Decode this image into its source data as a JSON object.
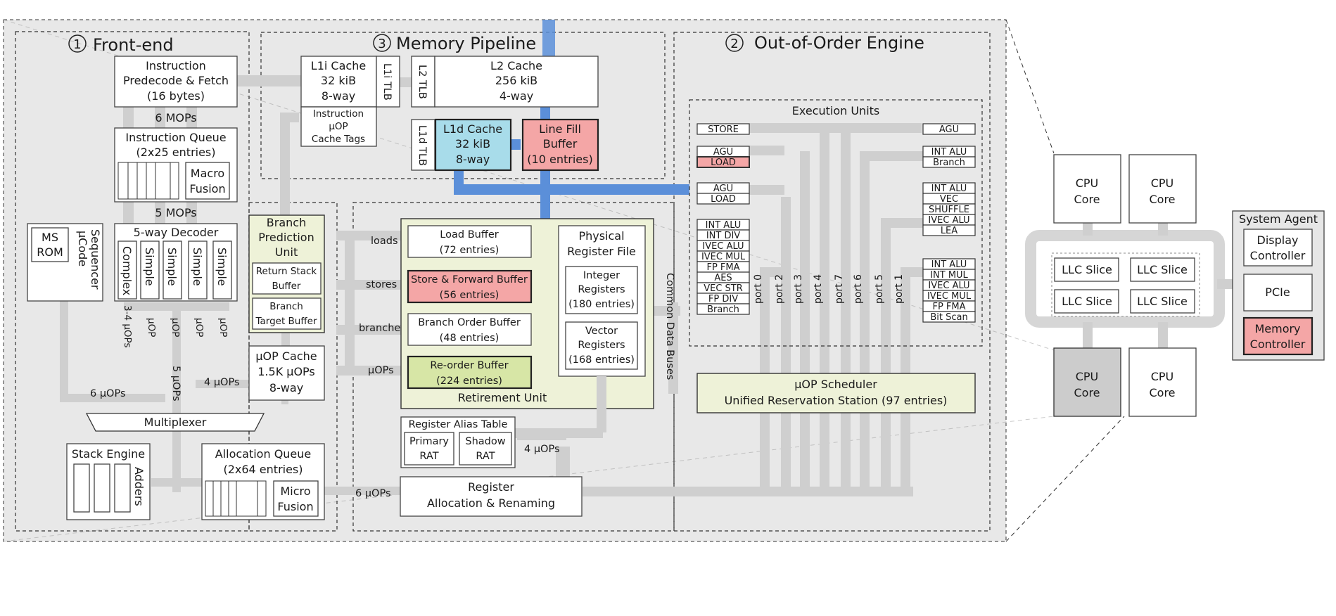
{
  "sections": {
    "frontend": {
      "num": "1",
      "title": "Front-end"
    },
    "memory": {
      "num": "3",
      "title": "Memory Pipeline"
    },
    "ooo": {
      "num": "2",
      "title": "Out-of-Order Engine"
    }
  },
  "frontend": {
    "fetch": [
      "Instruction",
      "Predecode & Fetch",
      "(16 bytes)"
    ],
    "mops6": "6 MOPs",
    "iq": [
      "Instruction Queue",
      "(2x25 entries)"
    ],
    "macro": [
      "Macro",
      "Fusion"
    ],
    "mops5": "5 MOPs",
    "decoder": "5-way Decoder",
    "decoders": [
      "Complex",
      "Simple",
      "Simple",
      "Simple",
      "Simple"
    ],
    "uop_labels": [
      "3-4 µOPs",
      "µOP",
      "µOP",
      "µOP",
      "µOP"
    ],
    "msrom": [
      "MS",
      "ROM"
    ],
    "ucode": [
      "µCode",
      "Sequencer"
    ],
    "bpu": [
      "Branch",
      "Prediction",
      "Unit"
    ],
    "rsb": [
      "Return Stack",
      "Buffer"
    ],
    "btb": [
      "Branch",
      "Target Buffer"
    ],
    "uopcache": [
      "µOP Cache",
      "1.5K µOPs",
      "8-way"
    ],
    "uops4": "4 µOPs",
    "uops5": "5 µOPs",
    "uops6": "6 µOPs",
    "mux": "Multiplexer",
    "stack": "Stack Engine",
    "adders": "Adders",
    "allocq": [
      "Allocation Queue",
      "(2x64 entries)"
    ],
    "micro": [
      "Micro",
      "Fusion"
    ],
    "uops6b": "6 µOPs"
  },
  "memory": {
    "l1i": [
      "L1i Cache",
      "32 kiB",
      "8-way"
    ],
    "l1itlb": "L1i TLB",
    "uoptags": [
      "Instruction",
      "µOP",
      "Cache Tags"
    ],
    "l2tlb": "L2 TLB",
    "l2": [
      "L2 Cache",
      "256 kiB",
      "4-way"
    ],
    "l1dtlb": "L1d TLB",
    "l1d": [
      "L1d Cache",
      "32 kiB",
      "8-way"
    ],
    "lfb": [
      "Line Fill",
      "Buffer",
      "(10 entries)"
    ]
  },
  "ooo": {
    "exec_title": "Execution Units",
    "left_units": [
      [
        "STORE"
      ],
      [
        "AGU",
        "LOAD"
      ],
      [
        "AGU",
        "LOAD"
      ],
      [
        "INT ALU",
        "INT DIV",
        "IVEC ALU",
        "IVEC MUL",
        "FP FMA",
        "AES",
        "VEC STR",
        "FP DIV",
        "Branch"
      ]
    ],
    "right_units": [
      [
        "AGU"
      ],
      [
        "INT ALU",
        "Branch"
      ],
      [
        "INT ALU",
        "VEC",
        "SHUFFLE",
        "IVEC ALU",
        "LEA"
      ],
      [
        "INT ALU",
        "INT MUL",
        "IVEC ALU",
        "IVEC MUL",
        "FP FMA",
        "Bit Scan"
      ]
    ],
    "ports": [
      "port 0",
      "port 2",
      "port 3",
      "port 4",
      "port 7",
      "port 6",
      "port 5",
      "port 1"
    ],
    "cdb": "Common Data Buses",
    "scheduler": [
      "µOP Scheduler",
      "Unified Reservation Station (97 entries)"
    ],
    "loads": "loads",
    "stores": "stores",
    "branches": "branches",
    "uops": "µOPs",
    "load_buf": [
      "Load Buffer",
      "(72 entries)"
    ],
    "store_buf": [
      "Store & Forward Buffer",
      "(56 entries)"
    ],
    "bob": [
      "Branch Order Buffer",
      "(48 entries)"
    ],
    "rob": [
      "Re-order Buffer",
      "(224 entries)"
    ],
    "retire": "Retirement Unit",
    "prf": [
      "Physical",
      "Register File"
    ],
    "intregs": [
      "Integer",
      "Registers",
      "(180 entries)"
    ],
    "vecregs": [
      "Vector",
      "Registers",
      "(168 entries)"
    ],
    "rat": "Register Alias Table",
    "prat": [
      "Primary",
      "RAT"
    ],
    "srat": [
      "Shadow",
      "RAT"
    ],
    "uops4": "4 µOPs",
    "rename": [
      "Register",
      "Allocation & Renaming"
    ]
  },
  "chip": {
    "cores": [
      "CPU",
      "Core"
    ],
    "llc": "LLC Slice",
    "sa": "System Agent",
    "display": [
      "Display",
      "Controller"
    ],
    "pcie": "PCIe",
    "memctl": [
      "Memory",
      "Controller"
    ]
  },
  "colors": {
    "pink": "#f4a6a6",
    "cyan": "#a8dcea",
    "yellowgreen": "#eef2d8",
    "rob": "#d7e6a6",
    "blue": "#5b8fd9",
    "panel": "#e8e8e8"
  }
}
